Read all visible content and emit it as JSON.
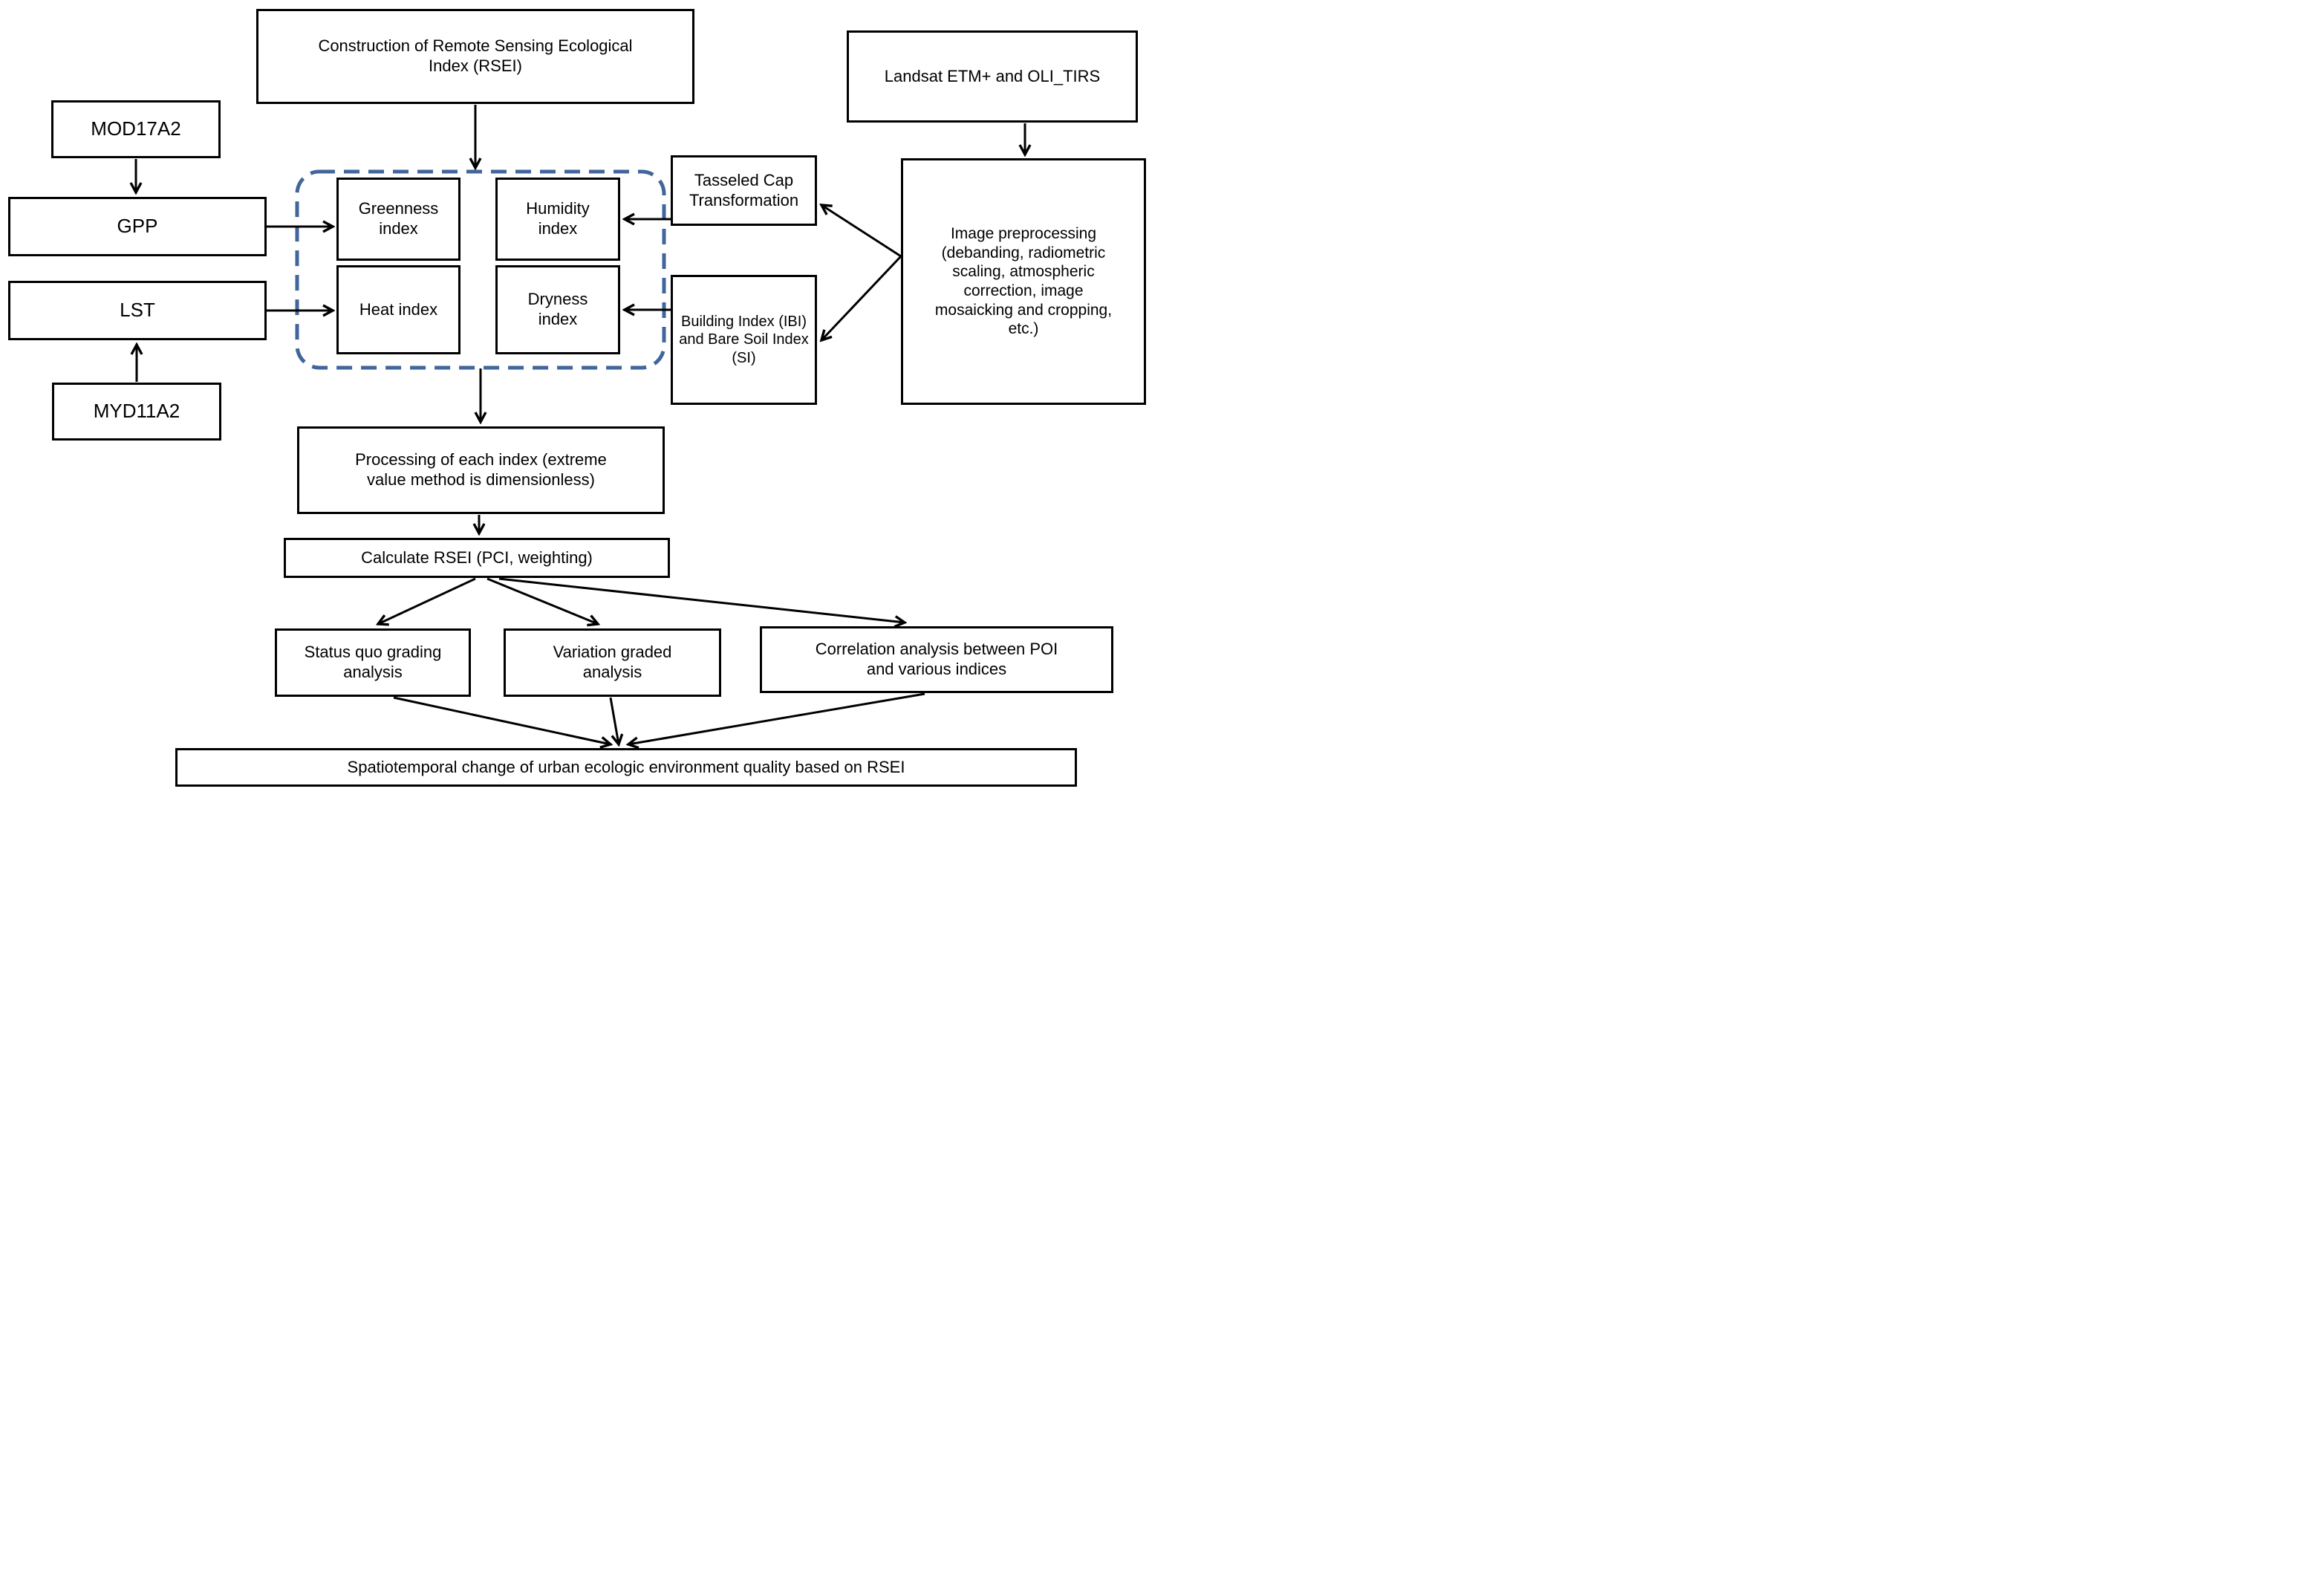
{
  "diagram": {
    "type": "flowchart",
    "topic": "Construction of Remote Sensing Ecological Index (RSEI)"
  },
  "colors": {
    "box_border": "#000000",
    "box_fill": "#ffffff",
    "dashed_border": "#41669b",
    "background": "#ffffff",
    "text": "#000000"
  },
  "nodes": {
    "construction": {
      "label": [
        "Construction of Remote Sensing Ecological",
        "Index (RSEI)"
      ]
    },
    "landsat": {
      "label": [
        "Landsat ETM+ and OLI_TIRS"
      ]
    },
    "mod17a2": {
      "label": [
        "MOD17A2"
      ]
    },
    "gpp": {
      "label": [
        "GPP"
      ]
    },
    "lst": {
      "label": [
        "LST"
      ]
    },
    "myd11a2": {
      "label": [
        "MYD11A2"
      ]
    },
    "greenness": {
      "label": [
        "Greenness",
        "index"
      ]
    },
    "humidity": {
      "label": [
        "Humidity",
        "index"
      ]
    },
    "heat": {
      "label": [
        "Heat index"
      ]
    },
    "dryness": {
      "label": [
        "Dryness",
        "index"
      ]
    },
    "tasseled": {
      "label": [
        "Tasseled Cap",
        "Transformation"
      ]
    },
    "building": {
      "label": [
        "Building Index (IBI)",
        "and Bare Soil Index",
        "(SI)"
      ]
    },
    "preprocessing": {
      "label": [
        "Image preprocessing",
        "(debanding, radiometric",
        "scaling, atmospheric",
        "correction, image",
        "mosaicking and cropping,",
        "etc.)"
      ]
    },
    "processing": {
      "label": [
        "Processing of each index (extreme",
        "value method is dimensionless)"
      ]
    },
    "calc_rsei": {
      "label": [
        "Calculate RSEI (PCI, weighting)"
      ]
    },
    "status_quo": {
      "label": [
        "Status quo grading",
        "analysis"
      ]
    },
    "variation": {
      "label": [
        "Variation graded",
        "analysis"
      ]
    },
    "correlation": {
      "label": [
        "Correlation analysis between POI",
        "and various indices"
      ]
    },
    "spatiotemporal": {
      "label": [
        "Spatiotemporal change of urban ecologic environment quality based on RSEI"
      ]
    }
  },
  "edges": [
    {
      "from": "MOD17A2",
      "to": "GPP"
    },
    {
      "from": "MYD11A2",
      "to": "LST"
    },
    {
      "from": "GPP",
      "to": "Greenness index"
    },
    {
      "from": "LST",
      "to": "Heat index"
    },
    {
      "from": "Construction of RSEI",
      "to": "index group"
    },
    {
      "from": "Landsat ETM+ and OLI_TIRS",
      "to": "Image preprocessing"
    },
    {
      "from": "Tasseled Cap Transformation",
      "to": "Humidity index"
    },
    {
      "from": "Building Index (IBI) and Bare Soil Index (SI)",
      "to": "Dryness index"
    },
    {
      "from": "Image preprocessing",
      "to": "Tasseled Cap Transformation"
    },
    {
      "from": "Image preprocessing",
      "to": "Building Index (IBI) and Bare Soil Index (SI)"
    },
    {
      "from": "index group",
      "to": "Processing of each index"
    },
    {
      "from": "Processing of each index",
      "to": "Calculate RSEI"
    },
    {
      "from": "Calculate RSEI",
      "to": "Status quo grading analysis"
    },
    {
      "from": "Calculate RSEI",
      "to": "Variation graded analysis"
    },
    {
      "from": "Calculate RSEI",
      "to": "Correlation analysis between POI and various indices"
    },
    {
      "from": "Status quo grading analysis",
      "to": "Spatiotemporal change"
    },
    {
      "from": "Variation graded analysis",
      "to": "Spatiotemporal change"
    },
    {
      "from": "Correlation analysis between POI and various indices",
      "to": "Spatiotemporal change"
    }
  ]
}
